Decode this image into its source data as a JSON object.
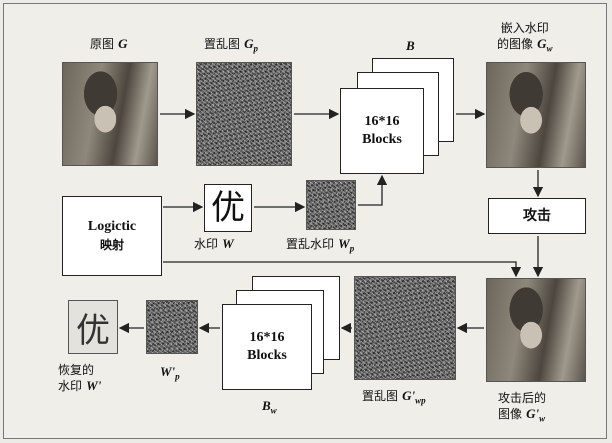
{
  "labels": {
    "original_prefix": "原图",
    "original_var": "G",
    "scrambled_prefix": "置乱图",
    "scrambled_var": "G",
    "scrambled_sub": "p",
    "blocks_top_var": "B",
    "watermarked_line1": "嵌入水印",
    "watermarked_line2_prefix": "的图像",
    "watermarked_var": "G",
    "watermarked_sub": "w",
    "block_line1": "16*16",
    "block_line2": "Blocks",
    "logistic_line1": "Logictic",
    "logistic_line2": "映射",
    "watermark_glyph": "优",
    "watermark_prefix": "水印",
    "watermark_var": "W",
    "scrambled_wm_prefix": "置乱水印",
    "scrambled_wm_var": "W",
    "scrambled_wm_sub": "p",
    "attack": "攻击",
    "recovered_glyph": "优",
    "recovered_line1": "恢复的",
    "recovered_line2_prefix": "水印",
    "recovered_var": "W'",
    "extracted_var": "W'",
    "extracted_sub": "p",
    "blocks_bottom_var": "B",
    "blocks_bottom_sub": "w",
    "scrambled_attacked_prefix": "置乱图",
    "scrambled_attacked_var": "G'",
    "scrambled_attacked_sub": "wp",
    "attacked_line1": "攻击后的",
    "attacked_line2_prefix": "图像",
    "attacked_var": "G'",
    "attacked_sub": "w"
  }
}
